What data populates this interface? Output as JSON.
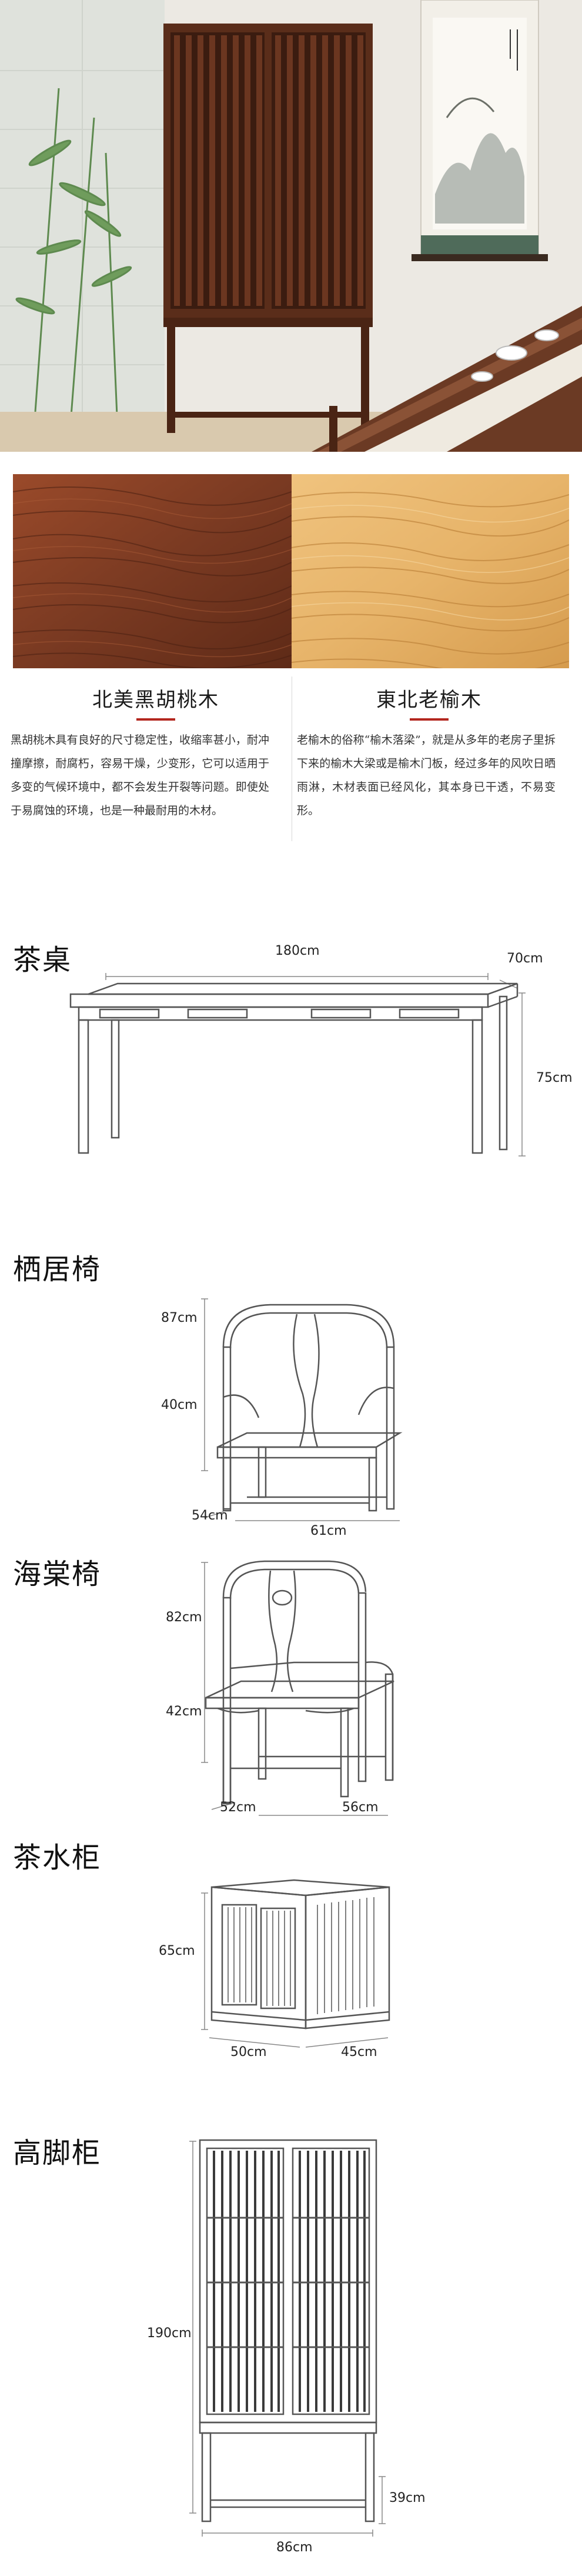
{
  "materials": {
    "walnut": {
      "title": "北美黑胡桃木",
      "description": "黑胡桃木具有良好的尺寸稳定性，收缩率甚小，耐冲撞摩擦，耐腐朽，容易干燥，少变形，它可以适用于多变的气候环境中，都不会发生开裂等问题。即使处于易腐蚀的环境，也是一种最耐用的木材。"
    },
    "elm": {
      "title": "東北老榆木",
      "description": "老榆木的俗称“榆木落梁”，就是从多年的老房子里拆下来的榆木大梁或是榆木门板，经过多年的风吹日晒雨淋，木材表面已经风化，其本身已干透，不易变形。"
    }
  },
  "products": [
    {
      "name": "茶桌",
      "dims": [
        "180cm",
        "70cm",
        "75cm"
      ]
    },
    {
      "name": "栖居椅",
      "dims": [
        "87cm",
        "40cm",
        "54cm",
        "61cm"
      ]
    },
    {
      "name": "海棠椅",
      "dims": [
        "82cm",
        "42cm",
        "52cm",
        "56cm"
      ]
    },
    {
      "name": "茶水柜",
      "dims": [
        "65cm",
        "50cm",
        "45cm"
      ]
    },
    {
      "name": "高脚柜",
      "dims": [
        "190cm",
        "39cm",
        "86cm"
      ]
    }
  ],
  "colors": {
    "walnut_wood": "#7a3a22",
    "elm_wood": "#e7b46a",
    "accent_red": "#b3261e",
    "line_art": "#555555"
  }
}
